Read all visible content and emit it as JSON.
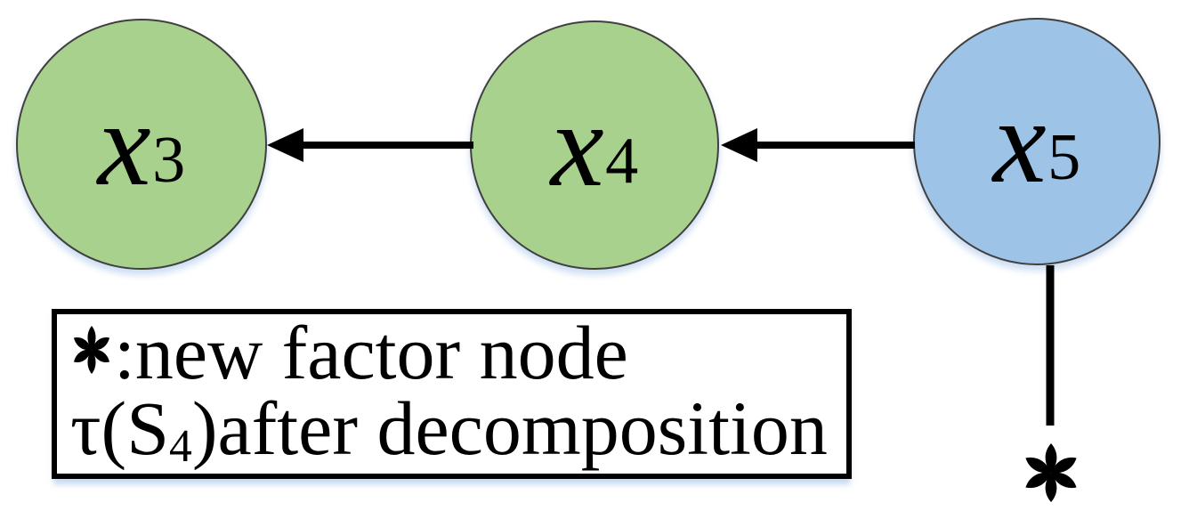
{
  "diagram": {
    "type": "factor-graph-fragment",
    "nodes": [
      {
        "id": "x3",
        "base": "x",
        "sub": "3",
        "shape": "circle",
        "color": "green"
      },
      {
        "id": "x4",
        "base": "x",
        "sub": "4",
        "shape": "circle",
        "color": "green"
      },
      {
        "id": "x5",
        "base": "x",
        "sub": "5",
        "shape": "circle",
        "color": "blue"
      }
    ],
    "edges": [
      {
        "from": "x4",
        "to": "x3",
        "style": "arrow"
      },
      {
        "from": "x5",
        "to": "x4",
        "style": "arrow"
      },
      {
        "from": "x5",
        "to": "new-factor-node",
        "style": "plain-line"
      }
    ],
    "factor_marker_symbol": "*"
  },
  "legend": {
    "line1_symbol": "*",
    "line1_text": ":new factor node",
    "line2_pre": "τ(S",
    "line2_sub": "4",
    "line2_post": ")after decomposition"
  },
  "colors": {
    "node_green": "#A9D18E",
    "node_blue": "#9DC3E6",
    "node_outline": "#404040",
    "edge_black": "#000000",
    "legend_border": "#000000",
    "background": "#FFFFFF"
  }
}
